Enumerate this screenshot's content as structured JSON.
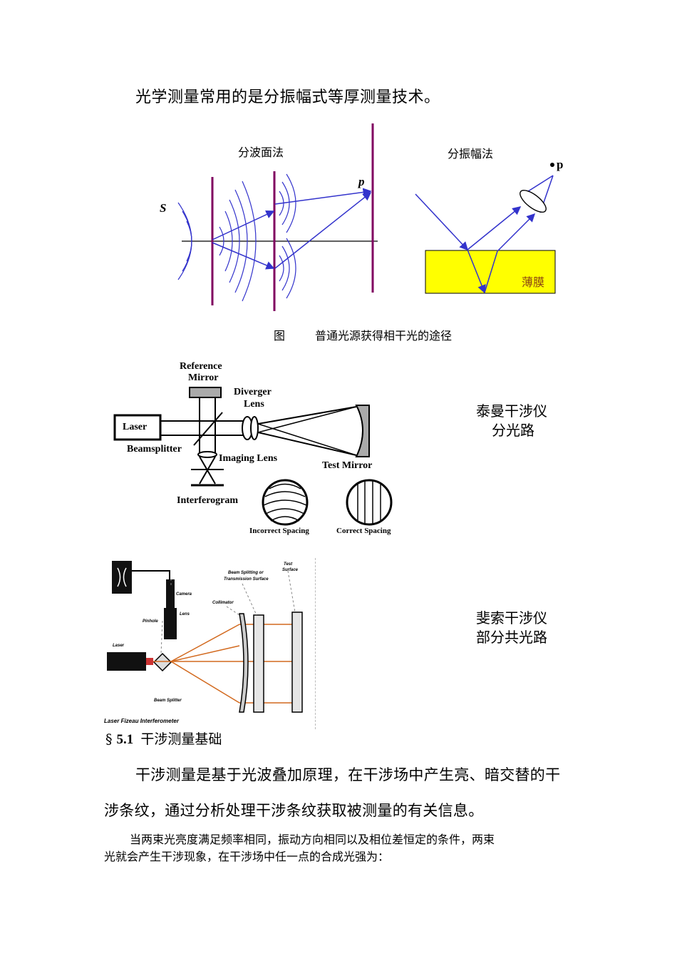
{
  "intro_line": "光学测量常用的是分振幅式等厚测量技术。",
  "figure1": {
    "left_title": "分波面法",
    "right_title": "分振幅法",
    "label_s": "S",
    "label_p_left": "p",
    "label_p_right": "p",
    "film_label": "薄膜",
    "caption_prefix": "图",
    "caption_text": "普通光源获得相干光的途径",
    "film_color": "#FFFF00",
    "wave_color": "#3333CC",
    "screen_color": "#800060"
  },
  "twyman": {
    "labels": {
      "reference": "Reference",
      "mirror": "Mirror",
      "diverger": "Diverger",
      "lens": "Lens",
      "laser": "Laser",
      "beamsplitter": "Beamsplitter",
      "imaging_lens": "Imaging Lens",
      "test_mirror": "Test Mirror",
      "interferogram": "Interferogram",
      "incorrect": "Incorrect Spacing",
      "correct": "Correct Spacing"
    },
    "side_label_line1": "泰曼干涉仪",
    "side_label_line2": "分光路"
  },
  "fizeau": {
    "labels": {
      "camera": "Camera",
      "lens": "Lens",
      "pinhole": "Pinhole",
      "laser": "Laser",
      "beam_splitter": "Beam Splitter",
      "collimator": "Collimator",
      "beam_splitting_line1": "Beam Splitting or",
      "beam_splitting_line2": "Transmission Surface",
      "test_line1": "Test",
      "test_line2": "Surface",
      "title": "Laser Fizeau Interferometer"
    },
    "side_label_line1": "斐索干涉仪",
    "side_label_line2": "部分共光路",
    "beam_color": "#D2691E"
  },
  "section": {
    "symbol": "§",
    "number": "5.1",
    "title": "干涉测量基础"
  },
  "para1_line1": "干涉测量是基于光波叠加原理，在干涉场中产生亮、暗交替的干",
  "para1_line2": "涉条纹，通过分析处理干涉条纹获取被测量的有关信息。",
  "para2_line1": "当两束光亮度满足频率相同，振动方向相同以及相位差恒定的条件，两束",
  "para2_line2": "光就会产生干涉现象，在干涉场中任一点的合成光强为："
}
